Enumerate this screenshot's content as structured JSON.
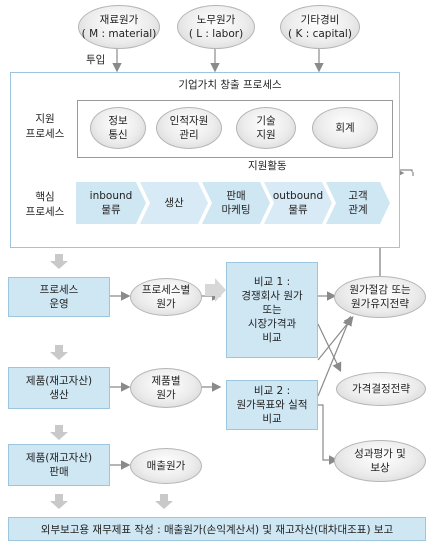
{
  "inputs": {
    "material": "재료원가\n( M : material)",
    "labor": "노무원가\n( L : labor)",
    "capital": "기타경비\n( K : capital)",
    "input_label": "투입"
  },
  "value_process": {
    "title": "기업가치 창출 프로세스",
    "support_label": "지원\n프로세스",
    "support_items": [
      "정보\n통신",
      "인적자원\n관리",
      "기술\n지원",
      "회계"
    ],
    "support_activity": "지원활동",
    "core_label": "핵심\n프로세스",
    "core_items": [
      "inbound\n물류",
      "생산",
      "판매\n마케팅",
      "outbound\n물류",
      "고객\n관계"
    ]
  },
  "flow": {
    "process_ops": "프로세스\n운영",
    "process_cost": "프로세스별\n원가",
    "product_production": "제품(재고자산)\n생산",
    "product_cost": "제품별\n원가",
    "product_sales": "제품(재고자산)\n판매",
    "sales_cost": "매출원가",
    "compare1": "비교 1 :\n경쟁회사 원가\n또는\n시장가격과\n비교",
    "compare2": "비교 2 :\n원가목표와 실적\n비교",
    "cost_reduction": "원가절감 또는\n원가유지전략",
    "pricing": "가격결정전략",
    "performance": "성과평가 및\n보상"
  },
  "report": "외부보고용 재무제표 작성 : 매출원가(손익계산서) 및 재고자산(대차대조표) 보고"
}
